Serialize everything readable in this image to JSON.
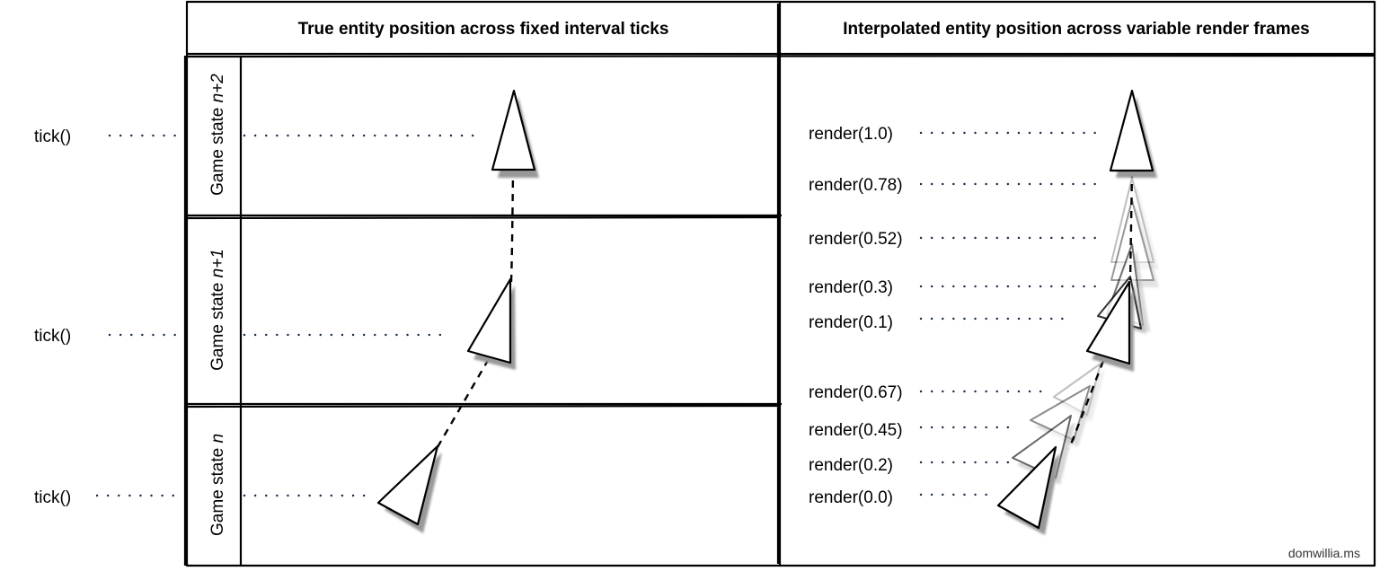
{
  "columns": {
    "left_header": "True entity position across fixed interval ticks",
    "right_header": "Interpolated entity position across variable render frames"
  },
  "states": [
    {
      "prefix": "Game state ",
      "suffix": "n+2"
    },
    {
      "prefix": "Game state ",
      "suffix": "n+1"
    },
    {
      "prefix": "Game state ",
      "suffix": "n"
    }
  ],
  "ticks": [
    "tick()",
    "tick()",
    "tick()"
  ],
  "renders_upper": [
    "render(1.0)",
    "render(0.78)",
    "render(0.52)",
    "render(0.3)",
    "render(0.1)"
  ],
  "renders_lower": [
    "render(0.67)",
    "render(0.45)",
    "render(0.2)",
    "render(0.0)"
  ],
  "credit": "domwillia.ms",
  "icons": {
    "entity": "triangle-arrow-icon",
    "ghost": "faded-triangle-icon"
  }
}
